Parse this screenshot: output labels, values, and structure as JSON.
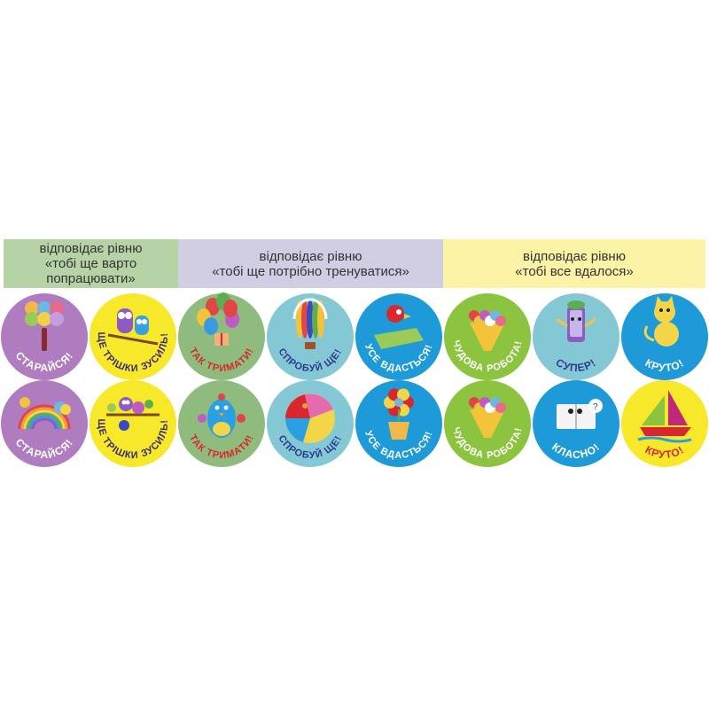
{
  "levels": [
    {
      "line1": "відповідає рівню",
      "line2": "«тобі ще варто",
      "line3": "попрацювати»",
      "color": "#b5d3a4"
    },
    {
      "line1": "відповідає рівню",
      "line2": "«тобі ще потрібно тренуватися»",
      "color": "#d1cde3"
    },
    {
      "line1": "відповідає рівню",
      "line2": "«тобі все вдалося»",
      "color": "#fdf3a6"
    }
  ],
  "stickers": [
    [
      {
        "label": "СТАРАЙСЯ!",
        "bg": "#b07cc0",
        "text_color": "#ffffff",
        "icon": "tree-icon"
      },
      {
        "label": "ЩЕ ТРІШКИ ЗУСИЛЬ!",
        "bg": "#f7e82a",
        "text_color": "#3b2a7a",
        "icon": "owls-icon"
      },
      {
        "label": "ТАК ТРИМАТИ!",
        "bg": "#8fbc7e",
        "text_color": "#d6282e",
        "icon": "balloons-icon"
      },
      {
        "label": "СПРОБУЙ ЩЕ!",
        "bg": "#84c8d6",
        "text_color": "#2a3a8c",
        "icon": "hot-air-balloon-icon"
      },
      {
        "label": "УСЕ ВДАСТЬСЯ!",
        "bg": "#1e9ad9",
        "text_color": "#ffffff",
        "icon": "bird-book-icon"
      },
      {
        "label": "ЧУДОВА РОБОТА!",
        "bg": "#8cc43f",
        "text_color": "#ffffff",
        "icon": "bouquet-icon"
      },
      {
        "label": "СУПЕР!",
        "bg": "#84c8d6",
        "text_color": "#2a3a8c",
        "icon": "phone-character-icon"
      },
      {
        "label": "КРУТО!",
        "bg": "#1e9ad9",
        "text_color": "#ffffff",
        "icon": "cat-icon"
      }
    ],
    [
      {
        "label": "СТАРАЙСЯ!",
        "bg": "#b07cc0",
        "text_color": "#ffffff",
        "icon": "rainbow-icon"
      },
      {
        "label": "ЩЕ ТРІШКИ ЗУСИЛЬ!",
        "bg": "#f7e82a",
        "text_color": "#3b2a7a",
        "icon": "birds-branch-icon"
      },
      {
        "label": "ТАК ТРИМАТИ!",
        "bg": "#8fbc7e",
        "text_color": "#d6282e",
        "icon": "chick-icon"
      },
      {
        "label": "СПРОБУЙ ЩЕ!",
        "bg": "#84c8d6",
        "text_color": "#2a3a8c",
        "icon": "beach-ball-icon"
      },
      {
        "label": "УСЕ ВДАСТЬСЯ!",
        "bg": "#1e9ad9",
        "text_color": "#ffffff",
        "icon": "flower-pot-icon"
      },
      {
        "label": "ЧУДОВА РОБОТА!",
        "bg": "#8cc43f",
        "text_color": "#ffffff",
        "icon": "bouquet-icon"
      },
      {
        "label": "КЛАСНО!",
        "bg": "#1e9ad9",
        "text_color": "#ffffff",
        "icon": "book-character-icon"
      },
      {
        "label": "КРУТО!",
        "bg": "#f7e82a",
        "text_color": "#d6282e",
        "icon": "sailboat-icon"
      }
    ]
  ]
}
